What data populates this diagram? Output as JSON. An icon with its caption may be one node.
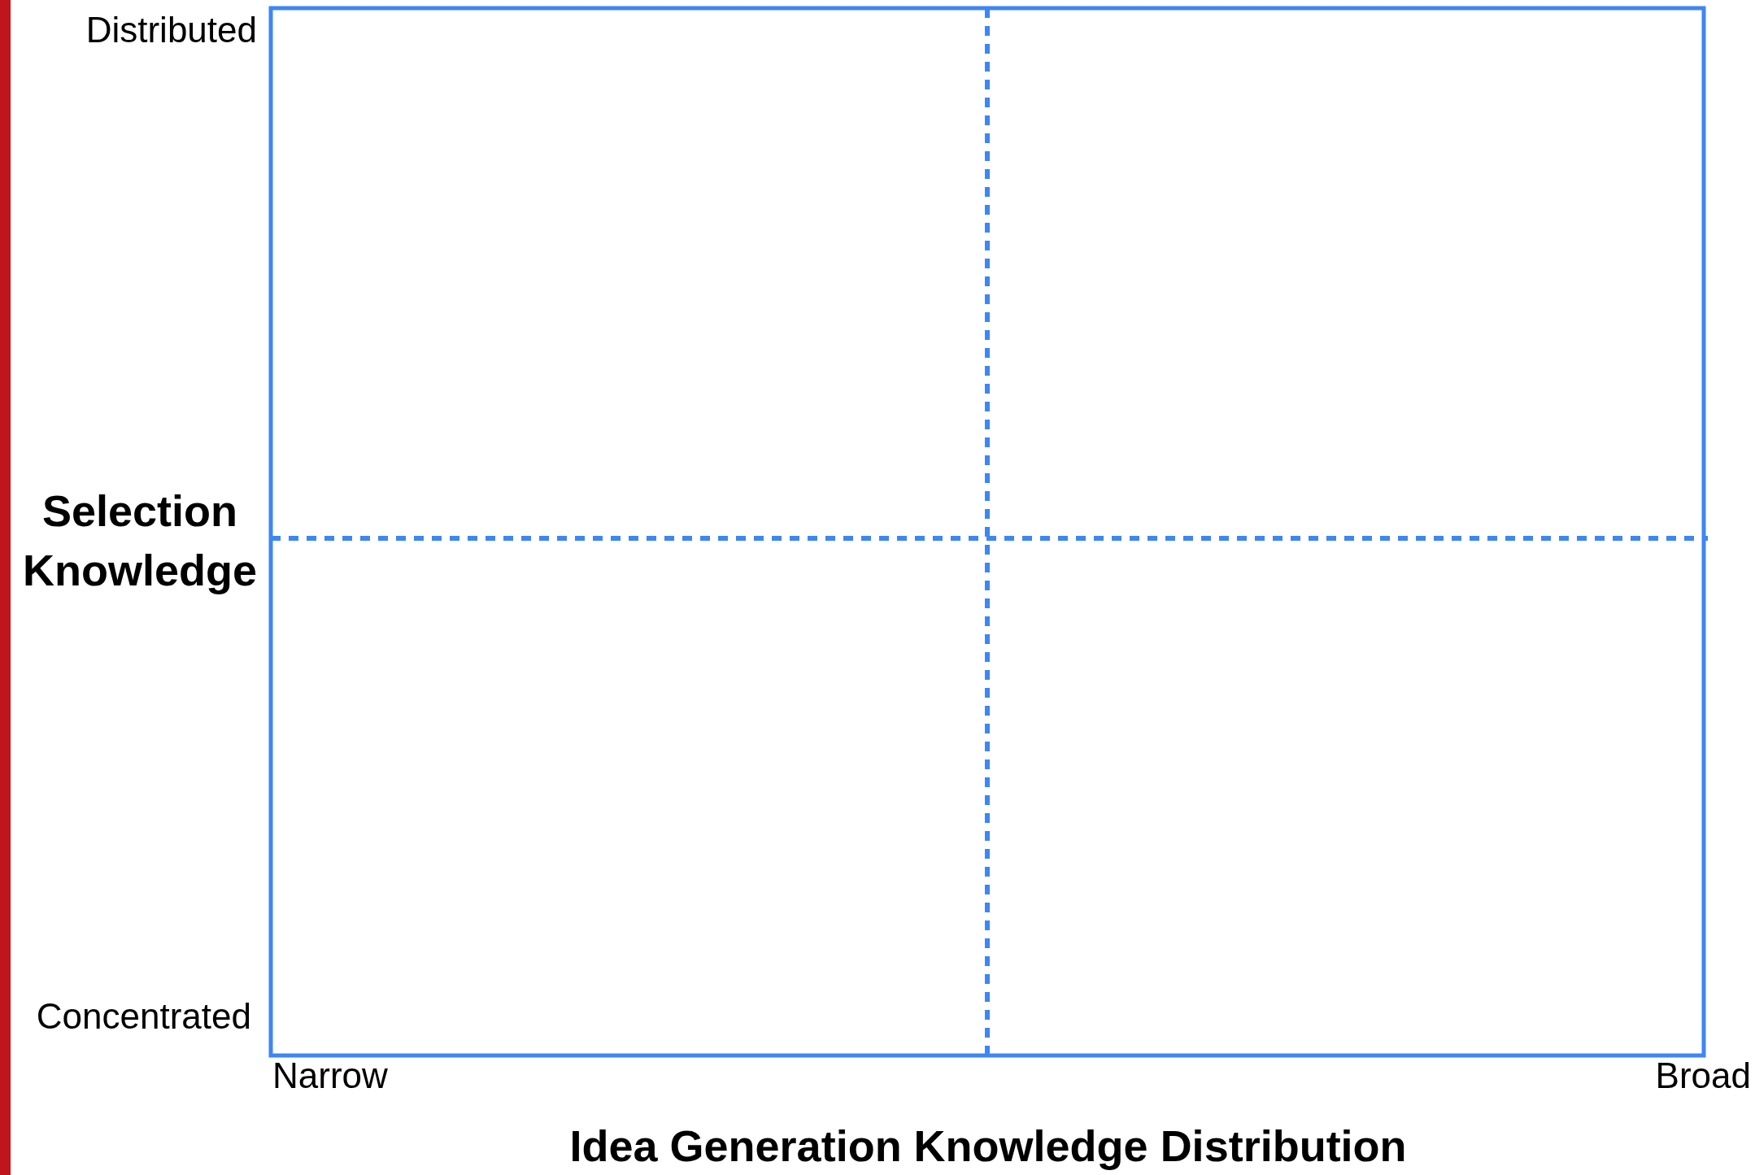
{
  "diagram": {
    "labels": [
      "Distributed",
      "Selection Knowledge",
      "Concentrated",
      "Narrow",
      "Broad",
      "Idea Generation Knowledge Distribution"
    ]
  }
}
